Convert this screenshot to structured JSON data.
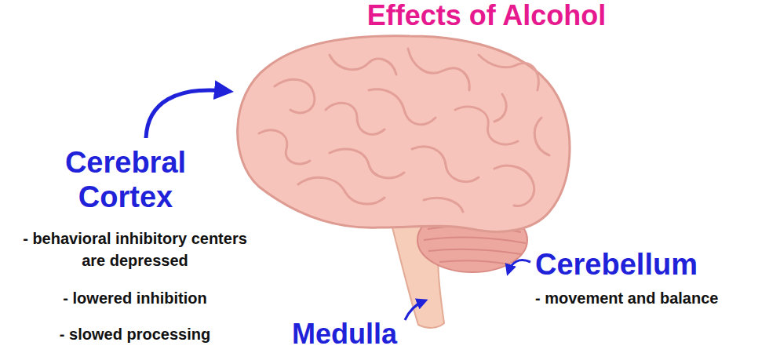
{
  "diagram": {
    "title": "Effects of Alcohol",
    "labels": [
      "Cerebral Cortex",
      "- behavioral inhibitory centers are depressed",
      "- lowered inhibition",
      "- slowed processing",
      "Cerebellum",
      "- movement and balance",
      "Medulla"
    ]
  }
}
